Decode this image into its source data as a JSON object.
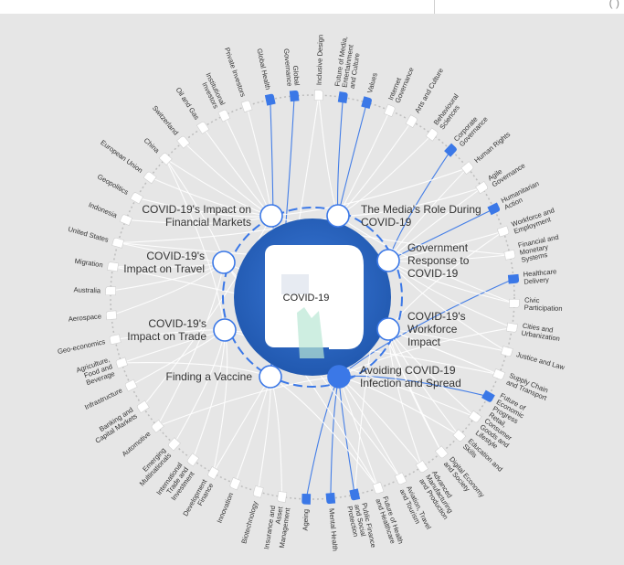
{
  "top_bar": {
    "text": "( )"
  },
  "center": {
    "title": "COVID-19"
  },
  "colors": {
    "accent": "#3b78e7",
    "center_fill": "#2a62bd",
    "panel": "#e6e6e6",
    "node_outline": "#3b78e7",
    "link_white": "#ffffff",
    "link_blue": "#3b78e7"
  },
  "inner_nodes": [
    {
      "label": [
        "COVID-19's Impact on",
        "Financial Markets"
      ],
      "anchor": "end"
    },
    {
      "label": [
        "The Media's Role During",
        "COVID-19"
      ],
      "anchor": "start"
    },
    {
      "label": [
        "COVID-19's",
        "Impact on Travel"
      ],
      "anchor": "end"
    },
    {
      "label": [
        "Government",
        "Response to",
        "COVID-19"
      ],
      "anchor": "start"
    },
    {
      "label": [
        "COVID-19's",
        "Impact on Trade"
      ],
      "anchor": "end"
    },
    {
      "label": [
        "COVID-19's",
        "Workforce",
        "Impact"
      ],
      "anchor": "start"
    },
    {
      "label": [
        "Finding a Vaccine"
      ],
      "anchor": "end"
    },
    {
      "label": [
        "Avoiding COVID-19",
        "Infection and Spread"
      ],
      "anchor": "start",
      "highlight": true
    }
  ],
  "outer_nodes": [
    {
      "label": [
        "Private Investors"
      ],
      "highlight": false
    },
    {
      "label": [
        "Global Health"
      ],
      "highlight": true
    },
    {
      "label": [
        "Global",
        "Governance"
      ],
      "highlight": true
    },
    {
      "label": [
        "Inclusive Design"
      ],
      "highlight": false
    },
    {
      "label": [
        "Future of Media,",
        "Entertainment",
        "and Culture"
      ],
      "highlight": true
    },
    {
      "label": [
        "Values"
      ],
      "highlight": true
    },
    {
      "label": [
        "Internet",
        "Governance"
      ],
      "highlight": false
    },
    {
      "label": [
        "Arts and Culture"
      ],
      "highlight": false
    },
    {
      "label": [
        "Behavioural",
        "Sciences"
      ],
      "highlight": false
    },
    {
      "label": [
        "Corporate",
        "Governance"
      ],
      "highlight": true
    },
    {
      "label": [
        "Human Rights"
      ],
      "highlight": false
    },
    {
      "label": [
        "Agile",
        "Governance"
      ],
      "highlight": false
    },
    {
      "label": [
        "Humanitarian",
        "Action"
      ],
      "highlight": true
    },
    {
      "label": [
        "Workforce and",
        "Employment"
      ],
      "highlight": false
    },
    {
      "label": [
        "Financial and",
        "Monetary",
        "Systems"
      ],
      "highlight": false
    },
    {
      "label": [
        "Healthcare",
        "Delivery"
      ],
      "highlight": true
    },
    {
      "label": [
        "Civic",
        "Participation"
      ],
      "highlight": false
    },
    {
      "label": [
        "Cities and",
        "Urbanization"
      ],
      "highlight": false
    },
    {
      "label": [
        "Justice and Law"
      ],
      "highlight": false
    },
    {
      "label": [
        "Supply Chain",
        "and Transport"
      ],
      "highlight": false
    },
    {
      "label": [
        "Future of",
        "Economic",
        "Progress"
      ],
      "highlight": true
    },
    {
      "label": [
        "Retail,",
        "Consumer",
        "Goods and",
        "Lifestyle"
      ],
      "highlight": false
    },
    {
      "label": [
        "Education and",
        "Skills"
      ],
      "highlight": false
    },
    {
      "label": [
        "Digital Economy",
        "and Society"
      ],
      "highlight": false
    },
    {
      "label": [
        "Advanced",
        "Manufacturing",
        "and Production"
      ],
      "highlight": false
    },
    {
      "label": [
        "Aviation, Travel",
        "and Tourism"
      ],
      "highlight": false
    },
    {
      "label": [
        "Future of Health",
        "and Healthcare"
      ],
      "highlight": false
    },
    {
      "label": [
        "Public Finance",
        "and Social",
        "Protection"
      ],
      "highlight": true
    },
    {
      "label": [
        "Mental Health"
      ],
      "highlight": true
    },
    {
      "label": [
        "Ageing"
      ],
      "highlight": true
    },
    {
      "label": [
        "Insurance and",
        "Asset",
        "Management"
      ],
      "highlight": false
    },
    {
      "label": [
        "Biotechnology"
      ],
      "highlight": false
    },
    {
      "label": [
        "Innovation"
      ],
      "highlight": false
    },
    {
      "label": [
        "Development",
        "Finance"
      ],
      "highlight": false
    },
    {
      "label": [
        "International",
        "Trade and",
        "Investment"
      ],
      "highlight": false
    },
    {
      "label": [
        "Emerging",
        "Multinationals"
      ],
      "highlight": false
    },
    {
      "label": [
        "Automotive"
      ],
      "highlight": false
    },
    {
      "label": [
        "Banking and",
        "Capital Markets"
      ],
      "highlight": false
    },
    {
      "label": [
        "Infrastructure"
      ],
      "highlight": false
    },
    {
      "label": [
        "Agriculture,",
        "Food and",
        "Beverage"
      ],
      "highlight": false
    },
    {
      "label": [
        "Geo-economics"
      ],
      "highlight": false
    },
    {
      "label": [
        "Aerospace"
      ],
      "highlight": false
    },
    {
      "label": [
        "Australia"
      ],
      "highlight": false
    },
    {
      "label": [
        "Migration"
      ],
      "highlight": false
    },
    {
      "label": [
        "United States"
      ],
      "highlight": false
    },
    {
      "label": [
        "Indonesia"
      ],
      "highlight": false
    },
    {
      "label": [
        "Geopolitics"
      ],
      "highlight": false
    },
    {
      "label": [
        "European Union"
      ],
      "highlight": false
    },
    {
      "label": [
        "China"
      ],
      "highlight": false
    },
    {
      "label": [
        "Switzerland"
      ],
      "highlight": false
    },
    {
      "label": [
        "Oil and Gas"
      ],
      "highlight": false
    },
    {
      "label": [
        "Institutional",
        "Investors"
      ],
      "highlight": false
    }
  ],
  "links": [
    {
      "from": 7,
      "to": 27,
      "blue": true
    },
    {
      "from": 7,
      "to": 28,
      "blue": true
    },
    {
      "from": 7,
      "to": 29,
      "blue": true
    },
    {
      "from": 7,
      "to": 15,
      "blue": true
    },
    {
      "from": 7,
      "to": 20,
      "blue": true
    },
    {
      "from": 6,
      "to": 1,
      "blue": true
    },
    {
      "from": 6,
      "to": 2,
      "blue": true
    },
    {
      "from": 3,
      "to": 9,
      "blue": true
    },
    {
      "from": 3,
      "to": 12,
      "blue": true
    },
    {
      "from": 1,
      "to": 5,
      "blue": true
    },
    {
      "from": 1,
      "to": 4,
      "blue": true
    },
    {
      "from": 0,
      "to": 0
    },
    {
      "from": 0,
      "to": 51
    },
    {
      "from": 0,
      "to": 50
    },
    {
      "from": 0,
      "to": 49
    },
    {
      "from": 0,
      "to": 48
    },
    {
      "from": 0,
      "to": 47
    },
    {
      "from": 0,
      "to": 46
    },
    {
      "from": 0,
      "to": 45
    },
    {
      "from": 0,
      "to": 10
    },
    {
      "from": 0,
      "to": 14
    },
    {
      "from": 0,
      "to": 37
    },
    {
      "from": 1,
      "to": 7
    },
    {
      "from": 1,
      "to": 6
    },
    {
      "from": 1,
      "to": 3
    },
    {
      "from": 1,
      "to": 8
    },
    {
      "from": 1,
      "to": 11
    },
    {
      "from": 1,
      "to": 16
    },
    {
      "from": 1,
      "to": 23
    },
    {
      "from": 1,
      "to": 44
    },
    {
      "from": 2,
      "to": 25
    },
    {
      "from": 2,
      "to": 26
    },
    {
      "from": 2,
      "to": 44
    },
    {
      "from": 2,
      "to": 43
    },
    {
      "from": 2,
      "to": 42
    },
    {
      "from": 2,
      "to": 41
    },
    {
      "from": 2,
      "to": 48
    },
    {
      "from": 2,
      "to": 19
    },
    {
      "from": 2,
      "to": 36
    },
    {
      "from": 3,
      "to": 13
    },
    {
      "from": 3,
      "to": 14
    },
    {
      "from": 3,
      "to": 16
    },
    {
      "from": 3,
      "to": 17
    },
    {
      "from": 3,
      "to": 10
    },
    {
      "from": 3,
      "to": 11
    },
    {
      "from": 3,
      "to": 18
    },
    {
      "from": 3,
      "to": 44
    },
    {
      "from": 3,
      "to": 27
    },
    {
      "from": 4,
      "to": 40
    },
    {
      "from": 4,
      "to": 39
    },
    {
      "from": 4,
      "to": 38
    },
    {
      "from": 4,
      "to": 34
    },
    {
      "from": 4,
      "to": 35
    },
    {
      "from": 4,
      "to": 19
    },
    {
      "from": 4,
      "to": 21
    },
    {
      "from": 4,
      "to": 48
    },
    {
      "from": 4,
      "to": 33
    },
    {
      "from": 5,
      "to": 13
    },
    {
      "from": 5,
      "to": 22
    },
    {
      "from": 5,
      "to": 23
    },
    {
      "from": 5,
      "to": 24
    },
    {
      "from": 5,
      "to": 18
    },
    {
      "from": 5,
      "to": 19
    },
    {
      "from": 5,
      "to": 21
    },
    {
      "from": 5,
      "to": 43
    },
    {
      "from": 6,
      "to": 31
    },
    {
      "from": 6,
      "to": 32
    },
    {
      "from": 6,
      "to": 30
    },
    {
      "from": 6,
      "to": 26
    },
    {
      "from": 6,
      "to": 3
    },
    {
      "from": 6,
      "to": 39
    },
    {
      "from": 6,
      "to": 33
    },
    {
      "from": 7,
      "to": 25
    },
    {
      "from": 7,
      "to": 26
    },
    {
      "from": 7,
      "to": 17
    },
    {
      "from": 7,
      "to": 24
    },
    {
      "from": 7,
      "to": 22
    },
    {
      "from": 7,
      "to": 36
    }
  ]
}
